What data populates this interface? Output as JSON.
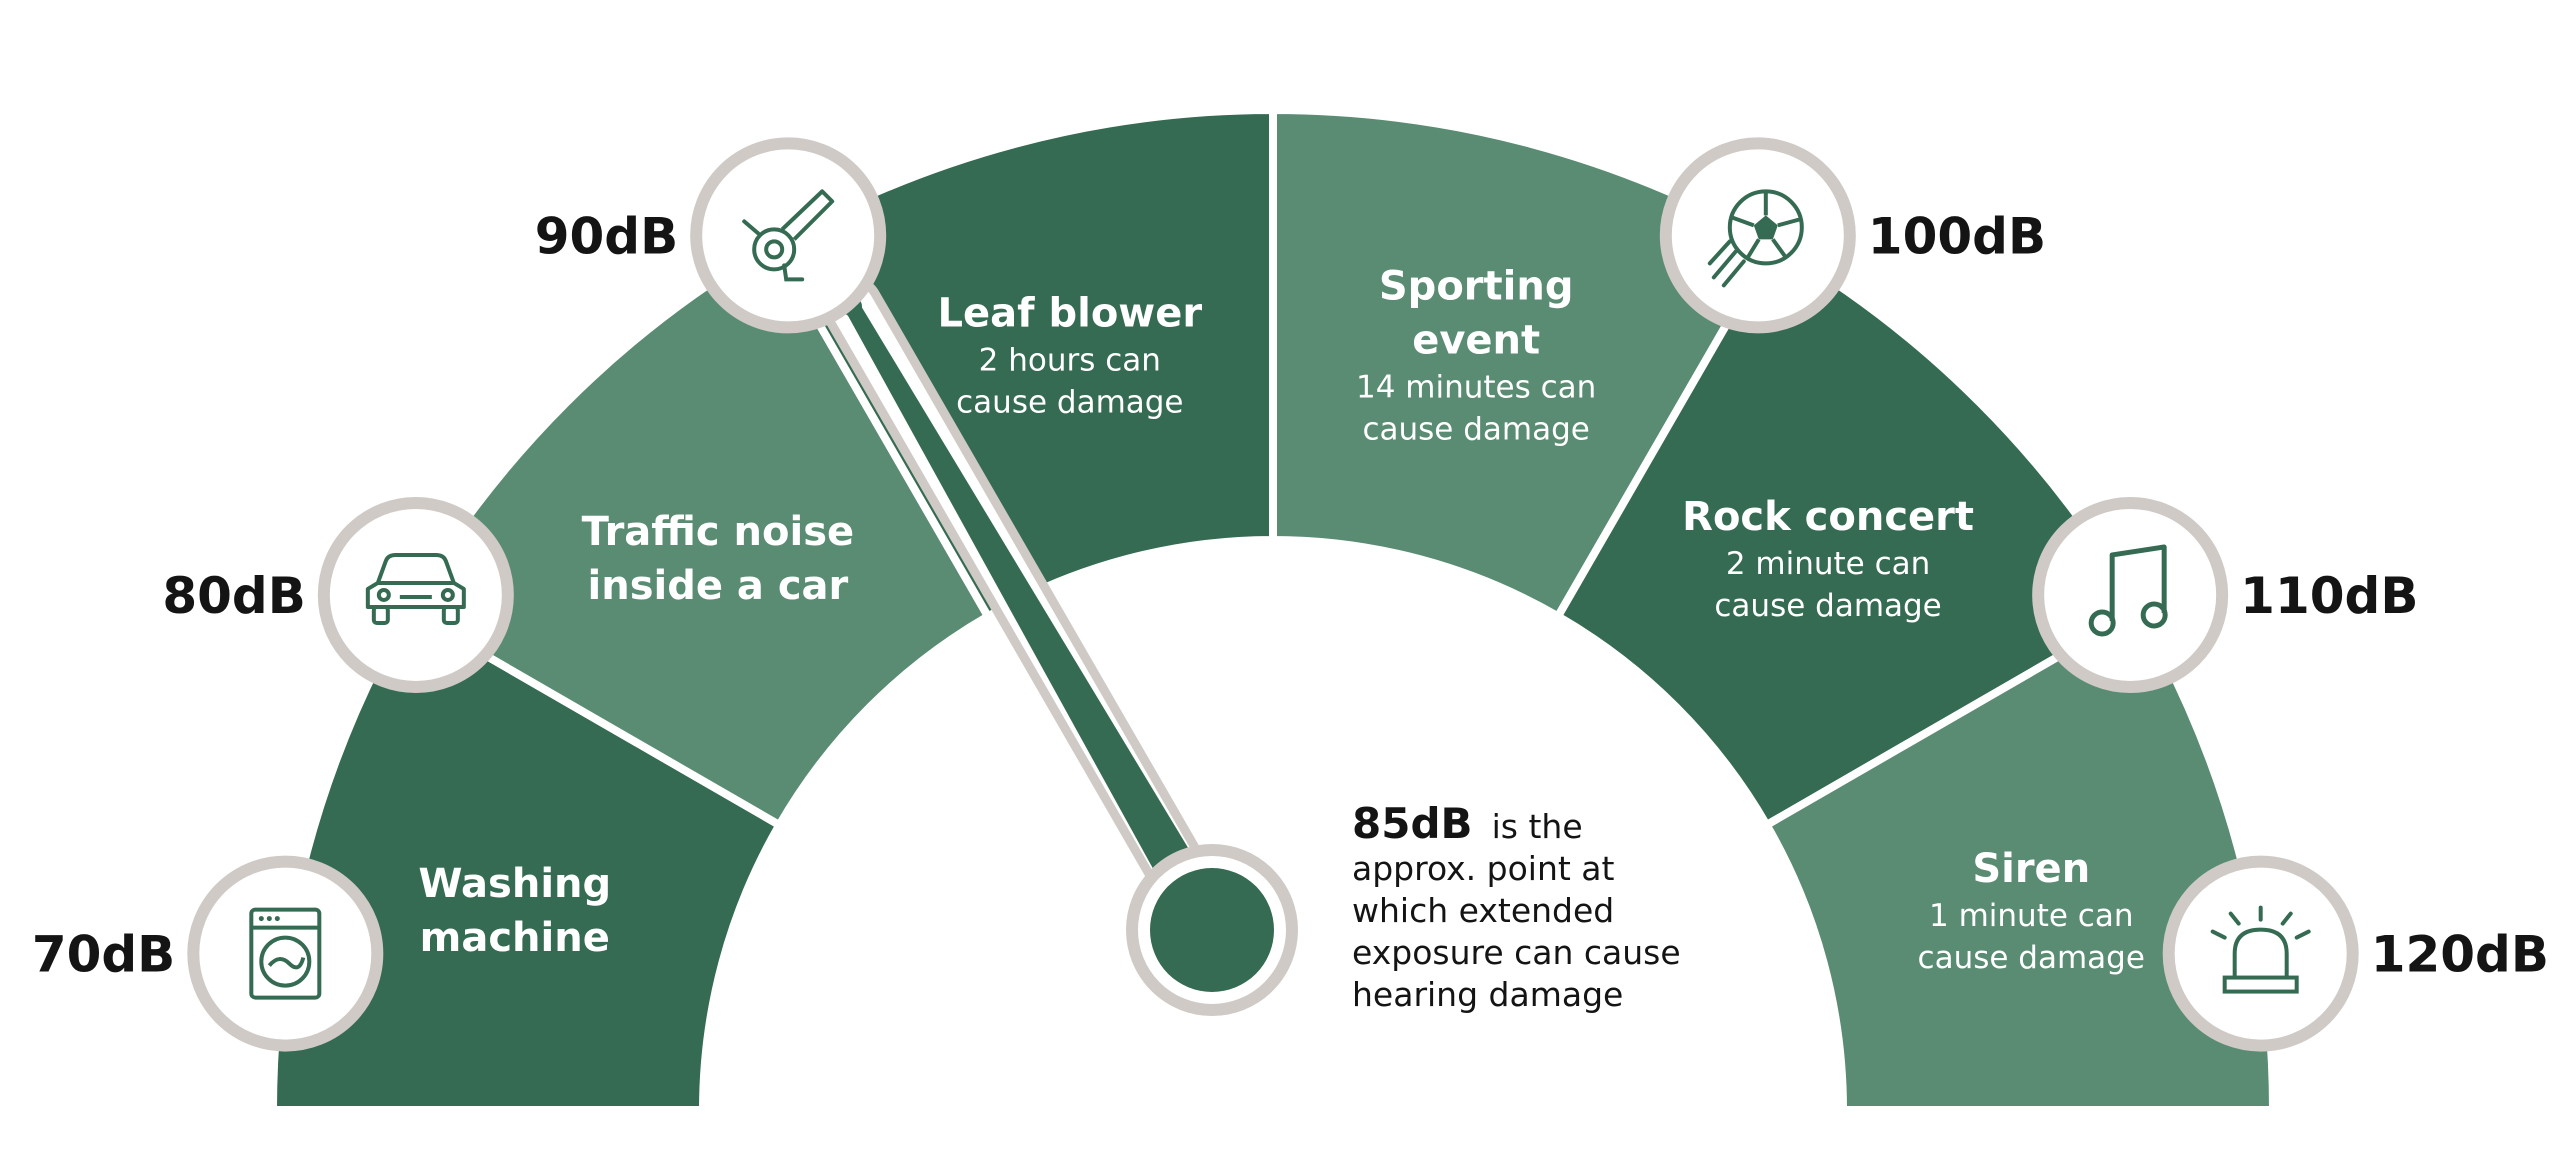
{
  "levels": [
    {
      "db": "70dB",
      "title": [
        "Washing",
        "machine"
      ],
      "sub": [],
      "color": "#356b52",
      "icon": "washing-machine-icon"
    },
    {
      "db": "80dB",
      "title": [
        "Traffic noise",
        "inside a car"
      ],
      "sub": [],
      "color": "#5a8c73",
      "icon": "car-icon"
    },
    {
      "db": "90dB",
      "title": [
        "Leaf blower"
      ],
      "sub": [
        "2 hours can",
        "cause damage"
      ],
      "color": "#356b52",
      "icon": "leaf-blower-icon"
    },
    {
      "db": "100dB",
      "title": [
        "Sporting",
        "event"
      ],
      "sub": [
        "14 minutes can",
        "cause damage"
      ],
      "color": "#5a8c73",
      "icon": "soccer-ball-icon"
    },
    {
      "db": "110dB",
      "title": [
        "Rock concert"
      ],
      "sub": [
        "2 minute can",
        "cause damage"
      ],
      "color": "#356b52",
      "icon": "music-note-icon"
    },
    {
      "db": "120dB",
      "title": [
        "Siren"
      ],
      "sub": [
        "1 minute can",
        "cause damage"
      ],
      "color": "#5a8c73",
      "icon": "siren-icon"
    }
  ],
  "needle": {
    "value_db": 85,
    "color": "#356b52",
    "outline": "#cfcac6"
  },
  "note": {
    "strong": "85dB",
    "lines": [
      "is the",
      "approx. point at",
      "which extended",
      "exposure can cause",
      "hearing damage"
    ]
  },
  "colors": {
    "dark_green": "#356b52",
    "light_green": "#5a8c73",
    "icon_ring": "#cfcac6",
    "text": "#141414"
  }
}
